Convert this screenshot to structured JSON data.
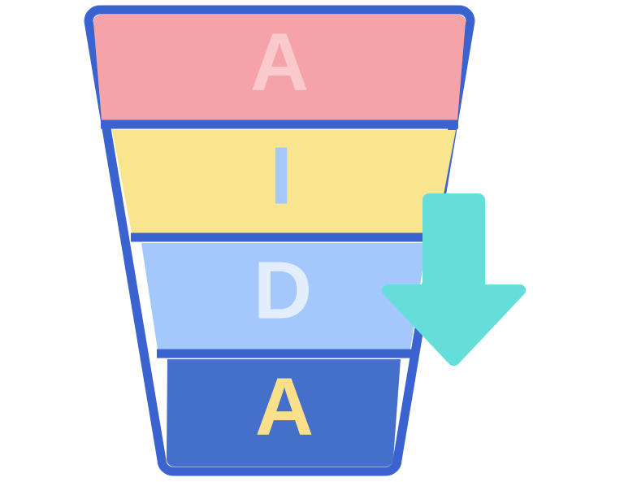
{
  "diagram": {
    "name": "AIDA marketing funnel",
    "background_color": "#ffffff",
    "outline_color": "#3a63d0",
    "outline_width": 11,
    "segments": [
      {
        "key": "attention",
        "letter": "A",
        "fill": "#f5a3a8",
        "letter_color": "#f9c9cc",
        "order": 1
      },
      {
        "key": "interest",
        "letter": "I",
        "fill": "#fae58f",
        "letter_color": "#a6c9fb",
        "order": 2
      },
      {
        "key": "desire",
        "letter": "D",
        "fill": "#a5c8fc",
        "letter_color": "#e3eefd",
        "order": 3
      },
      {
        "key": "action",
        "letter": "A",
        "fill": "#4470ca",
        "letter_color": "#fbe08b",
        "order": 4
      }
    ],
    "arrow": {
      "name": "down-arrow",
      "color": "#65ddd8",
      "direction": "down"
    }
  }
}
